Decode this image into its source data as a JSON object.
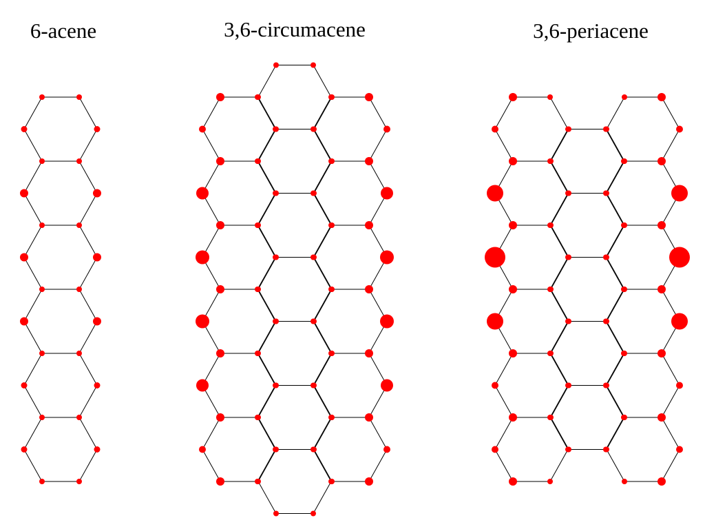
{
  "colors": {
    "atom": "#ff0000",
    "bond": "#000000",
    "background": "#ffffff"
  },
  "molecules": [
    {
      "id": "acene",
      "title": "6-acene",
      "rings_per_column": 6,
      "columns": 1,
      "extra_top_ring": false,
      "extra_bottom_ring": false,
      "radius_levels": [
        3,
        3,
        6,
        6,
        6,
        3,
        3
      ]
    },
    {
      "id": "circumacene",
      "title": "3,6-circumacene",
      "rings_per_column": 6,
      "columns": 2,
      "extra_top_ring": true,
      "extra_bottom_ring": true,
      "radius_levels": [
        5,
        5,
        9,
        10,
        9,
        5,
        5
      ]
    },
    {
      "id": "periacene",
      "title": "3,6-periacene",
      "rings_per_column": 6,
      "columns": 2,
      "extra_top_ring": false,
      "extra_bottom_ring": false,
      "radius_levels": [
        5,
        5,
        12,
        15,
        12,
        5,
        5
      ]
    }
  ]
}
